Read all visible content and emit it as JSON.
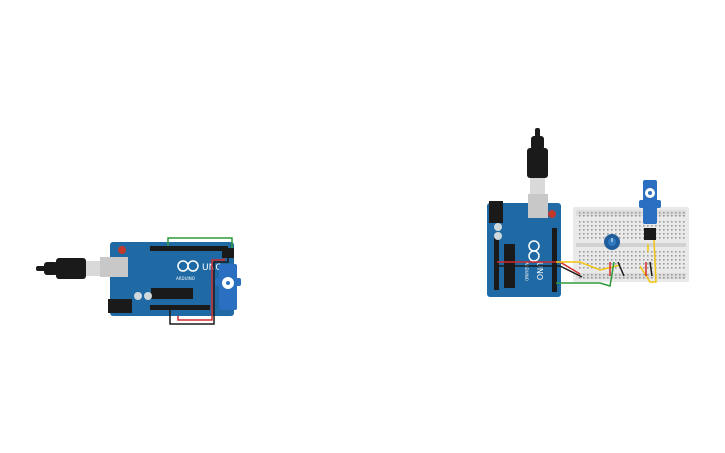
{
  "canvas": {
    "background": "#ffffff"
  },
  "circuits": [
    {
      "id": "circuit-left",
      "board": {
        "model_label": "UNO",
        "brand_label": "ARDUINO",
        "color": "#1f6aa5"
      },
      "cable": {
        "type": "usb",
        "plug_color": "#1a1a1a",
        "connector_color": "#d9d9d9"
      },
      "servo": {
        "color": "#2a6fc0"
      },
      "wires": [
        {
          "name": "signal",
          "color": "#2e9b3a"
        },
        {
          "name": "power",
          "color": "#d42a2a"
        },
        {
          "name": "ground",
          "color": "#1a1a1a"
        }
      ]
    },
    {
      "id": "circuit-right",
      "board": {
        "model_label": "UNO",
        "brand_label": "ARDUINO",
        "color": "#1f6aa5"
      },
      "cable": {
        "type": "usb",
        "plug_color": "#1a1a1a",
        "connector_color": "#d9d9d9"
      },
      "breadboard": {
        "color": "#e9e9e9"
      },
      "potentiometer": {
        "color": "#1f5e9a"
      },
      "servo": {
        "color": "#2a6fc0"
      },
      "wires": [
        {
          "name": "red",
          "color": "#d42a2a"
        },
        {
          "name": "black",
          "color": "#1a1a1a"
        },
        {
          "name": "yellow",
          "color": "#f2c40f"
        },
        {
          "name": "green",
          "color": "#2e9b3a"
        }
      ]
    }
  ]
}
